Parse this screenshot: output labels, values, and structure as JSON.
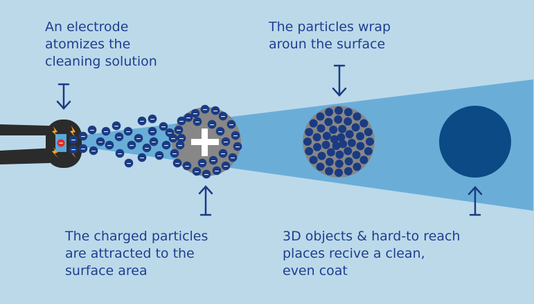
{
  "captions": {
    "electrode": "An electrode\natomizes the\ncleaning solution",
    "wrap": "The particles wrap\naroun the surface",
    "attracted": "The charged particles\nare attracted to the\nsurface area",
    "coat": "3D objects & hard-to reach\nplaces recive a clean,\neven coat"
  },
  "symbols": {
    "particle": "−",
    "electrode_charge": "−",
    "object_charge": "+"
  },
  "colors": {
    "background": "#bcd9ea",
    "beam": "#6aaed8",
    "particle": "#1a3b82",
    "object_gray": "#878787",
    "coated_dark": "#0b4a85",
    "nozzle": "#2b2b2b",
    "text": "#1d3f8f",
    "spark": "#f5a623",
    "electrode_red": "#e12a2a"
  },
  "icons": [
    "electrode-nozzle-icon",
    "spark-icon",
    "arrow-down-icon",
    "arrow-up-icon",
    "plus-icon"
  ]
}
